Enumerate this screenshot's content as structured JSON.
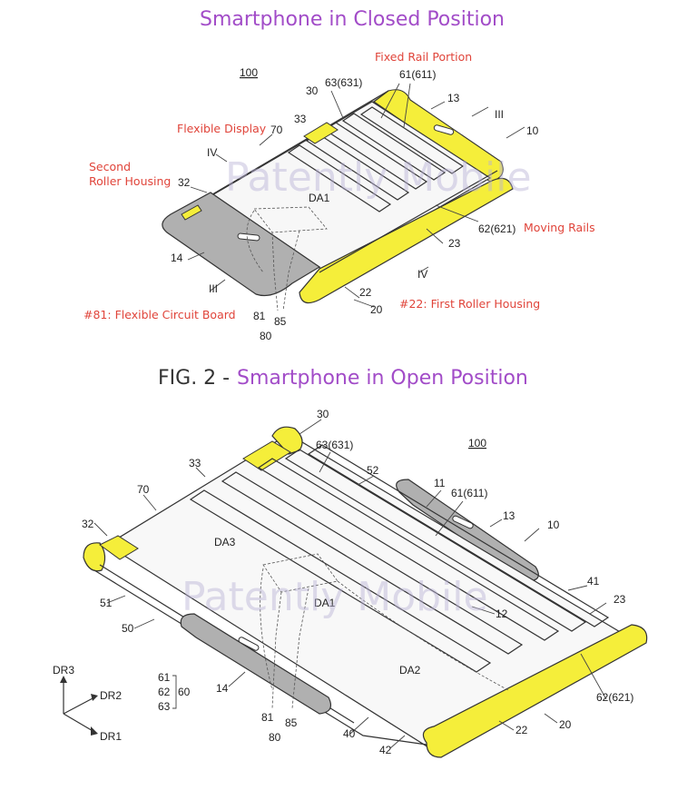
{
  "colors": {
    "accent_purple": "#a24cc8",
    "callout_red": "#e0443a",
    "housing_gray": "#b0b0b0",
    "roller_yellow": "#f5ee3a",
    "watermark": "#b9b2d6"
  },
  "fig1": {
    "title": "Smartphone in Closed Position",
    "callouts": {
      "fixed_rail": "Fixed Rail Portion",
      "flexible_display": "Flexible Display",
      "second_roller_line1": "Second",
      "second_roller_line2": "Roller Housing",
      "moving_rails": "Moving Rails",
      "first_roller": "#22: First Roller Housing",
      "flex_circuit": "#81: Flexible Circuit Board"
    },
    "refs": {
      "r100": "100",
      "r30": "30",
      "r63": "63(631)",
      "r61": "61(611)",
      "r13": "13",
      "r3a": "III",
      "r10": "10",
      "r33": "33",
      "r70": "70",
      "r4a": "IV",
      "r32": "32",
      "rda1": "DA1",
      "r62": "62(621)",
      "r23": "23",
      "r4b": "IV",
      "r14": "14",
      "r3b": "III",
      "r22": "22",
      "r20": "20",
      "r81": "81",
      "r85": "85",
      "r80": "80"
    }
  },
  "fig2": {
    "title_prefix": "FIG. 2 - ",
    "title": "Smartphone in Open Position",
    "refs": {
      "r30": "30",
      "r63": "63(631)",
      "r100": "100",
      "r33": "33",
      "r52": "52",
      "r11": "11",
      "r61": "61(611)",
      "r70": "70",
      "r13": "13",
      "r10": "10",
      "r32": "32",
      "rda3": "DA3",
      "r41": "41",
      "r23": "23",
      "r51": "51",
      "rda1": "DA1",
      "r12": "12",
      "r50": "50",
      "rda2": "DA2",
      "r14": "14",
      "r62": "62(621)",
      "r81": "81",
      "r85": "85",
      "r20": "20",
      "r80": "80",
      "r40": "40",
      "r22": "22",
      "r42": "42",
      "dr3": "DR3",
      "dr2": "DR2",
      "dr1": "DR1",
      "g61": "61",
      "g62": "62",
      "g63": "63",
      "g60": "60"
    }
  },
  "watermark": "Patently Mobile"
}
